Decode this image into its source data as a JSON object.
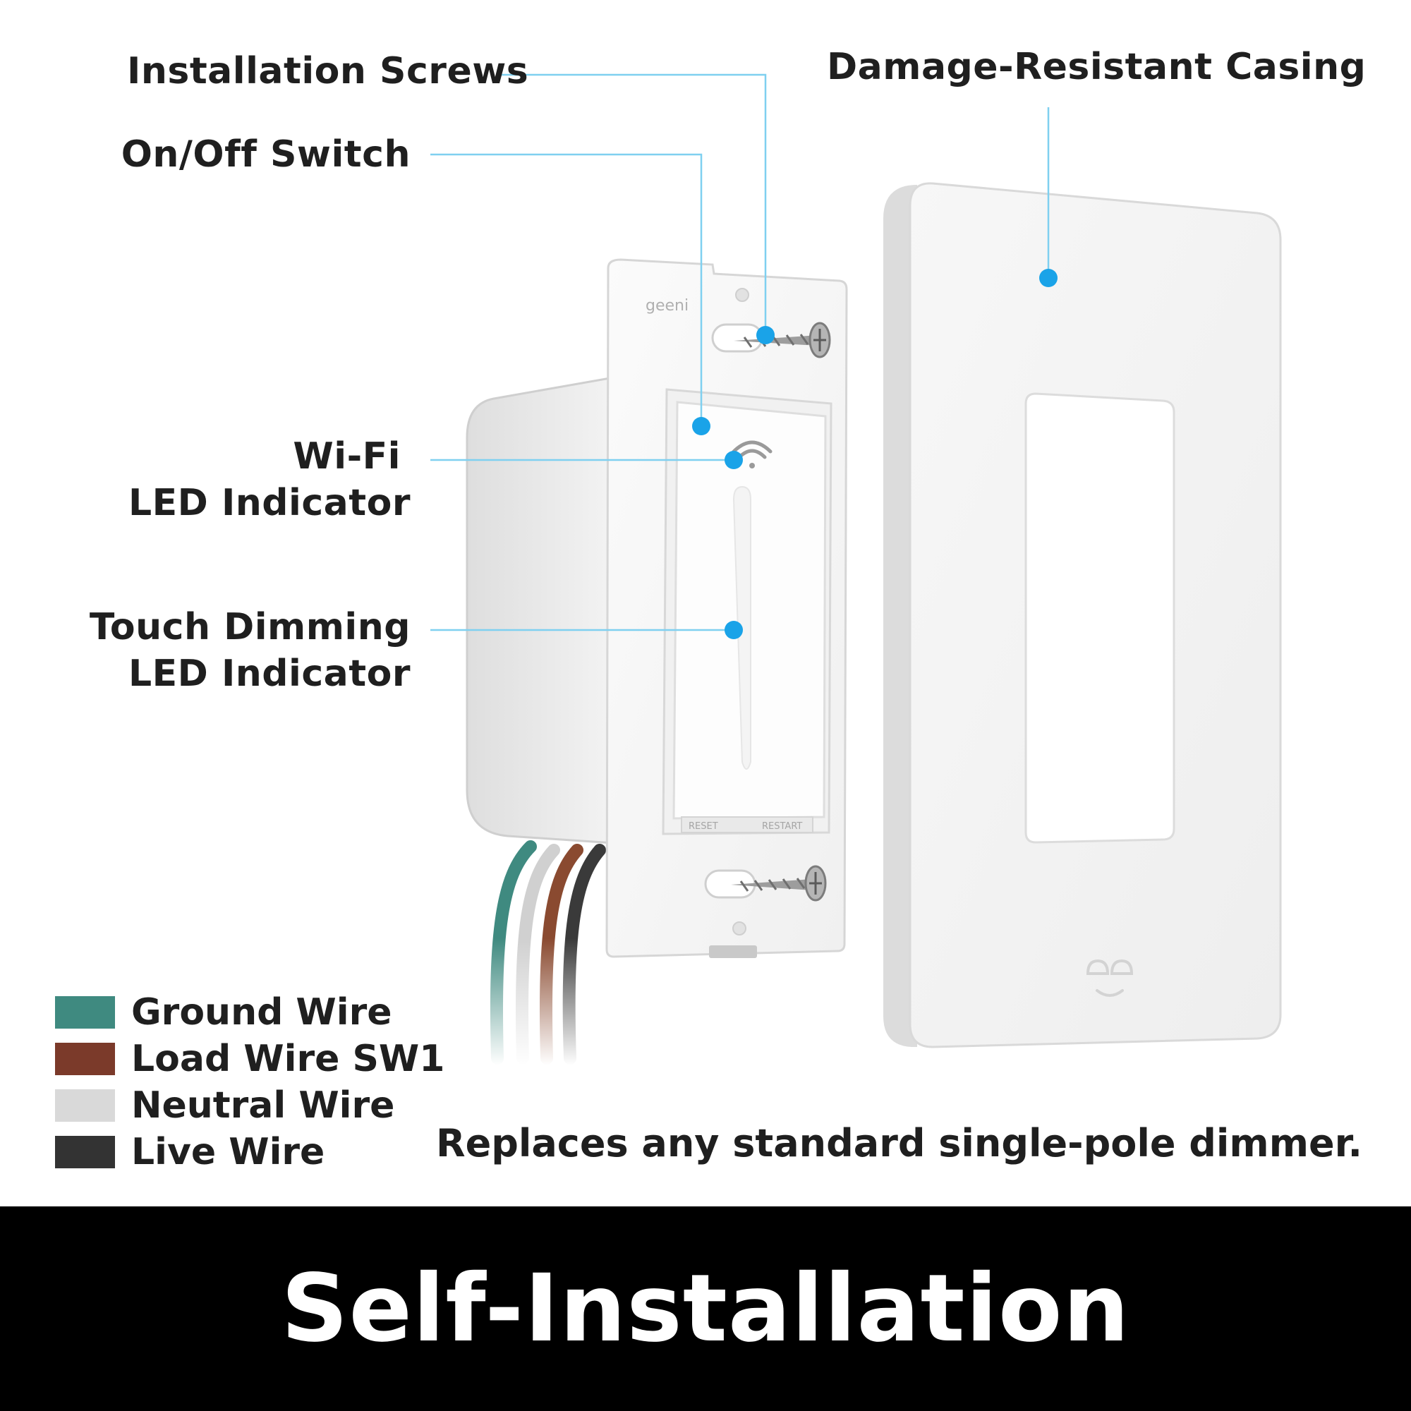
{
  "callouts": {
    "installation_screws": "Installation Screws",
    "on_off_switch": "On/Off Switch",
    "damage_resistant_casing": "Damage-Resistant Casing",
    "wifi_line1": "Wi-Fi",
    "wifi_line2": "LED Indicator",
    "touch_line1": "Touch Dimming",
    "touch_line2": "LED Indicator"
  },
  "product_markings": {
    "brand": "geeni",
    "reset": "RESET",
    "restart": "RESTART"
  },
  "legend": [
    {
      "label": "Ground Wire",
      "color": "#3f8a80"
    },
    {
      "label": "Load Wire SW1",
      "color": "#7b3a2a"
    },
    {
      "label": "Neutral Wire",
      "color": "#d9d9d9"
    },
    {
      "label": "Live Wire",
      "color": "#333333"
    }
  ],
  "tagline": "Replaces any standard single-pole dimmer.",
  "banner": {
    "title": "Self-Installation",
    "background": "#000000"
  },
  "colors": {
    "callout_dot": "#1aa3e8",
    "callout_line": "#7fd0f0"
  }
}
